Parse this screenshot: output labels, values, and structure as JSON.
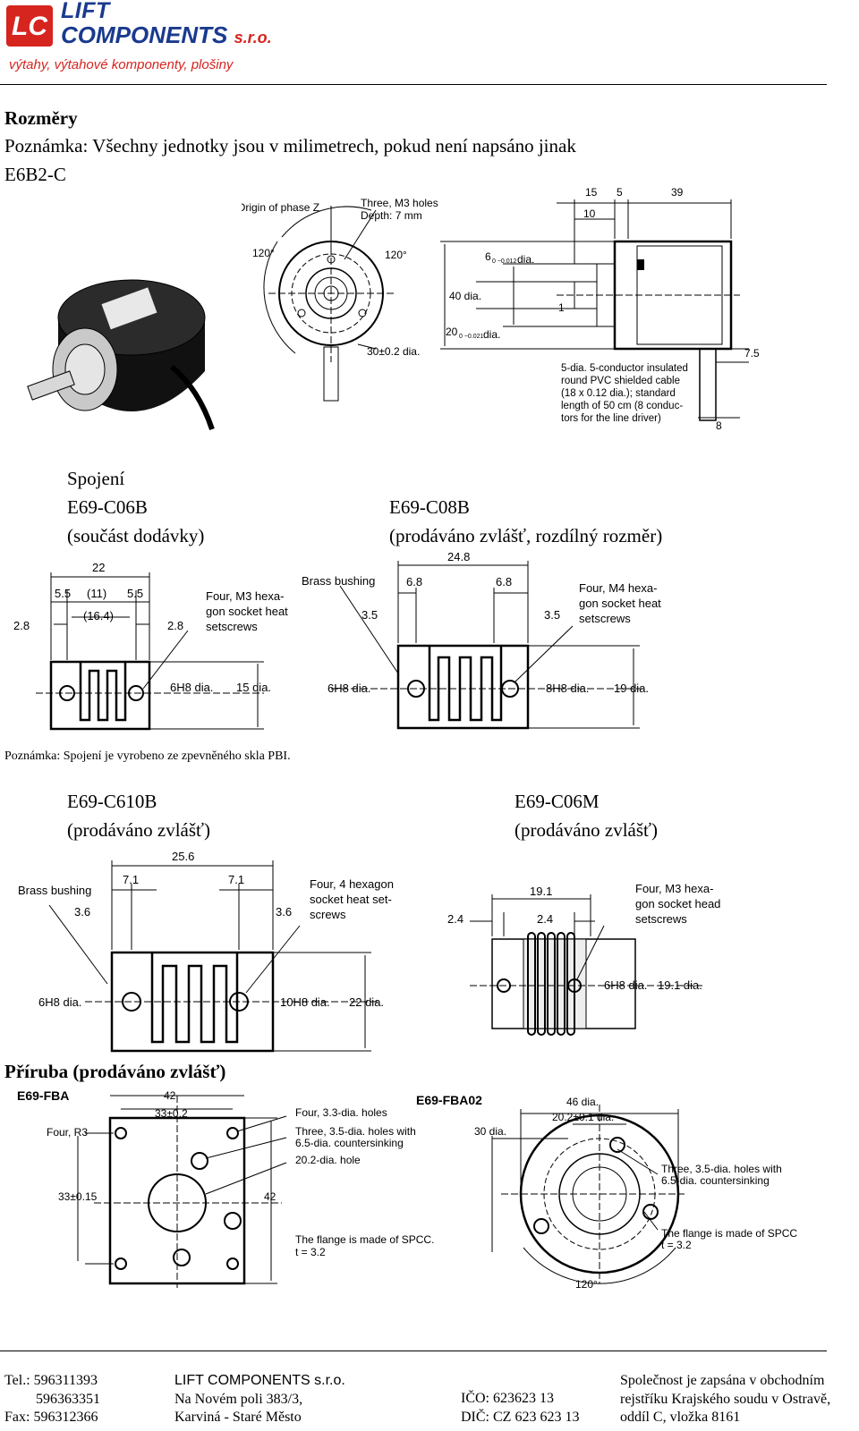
{
  "header": {
    "logo_mark": "LC",
    "brand_line1": "LIFT",
    "brand_line2": "COMPONENTS",
    "brand_suffix": "s.r.o.",
    "tagline": "výtahy, výtahové komponenty, plošiny"
  },
  "section_dimensions": {
    "title": "Rozměry",
    "note": "Poznámka: Všechny jednotky jsou v milimetrech, pokud není napsáno jinak",
    "model": "E6B2-C"
  },
  "encoder_drawing": {
    "origin_label": "Origin of phase Z",
    "holes_label_1": "Three, M3 holes",
    "holes_label_2": "Depth: 7 mm",
    "angle_left": "120°",
    "angle_right": "120°",
    "pcd": "30±0.2 dia.",
    "dim_15": "15",
    "dim_5": "5",
    "dim_39": "39",
    "dim_10": "10",
    "shaft_dia": "6",
    "shaft_tol": "0 −0.012",
    "shaft_dia_suffix": "dia.",
    "body_dia": "40 dia.",
    "boss_dia": "20",
    "boss_tol": "0 −0.021",
    "boss_dia_suffix": "dia.",
    "dim_1": "1",
    "dim_7_5": "7.5",
    "dim_8": "8",
    "cable_note": [
      "5-dia. 5-conductor insulated",
      "round PVC shielded cable",
      "(18 x 0.12 dia.); standard",
      "length of 50 cm (8 conduc-",
      "tors for the line driver)"
    ]
  },
  "couplings": {
    "title": "Spojení",
    "c06b": {
      "model": "E69-C06B",
      "note": "(součást dodávky)",
      "dims": {
        "d22": "22",
        "d55a": "5.5",
        "d11": "(11)",
        "d55b": "5.5",
        "d164": "(16.4)",
        "d28a": "2.8",
        "d28b": "2.8",
        "bore": "6H8 dia.",
        "od": "15 dia."
      },
      "screws": [
        "Four, M3 hexa-",
        "gon socket heat",
        "setscrews"
      ]
    },
    "c08b": {
      "model": "E69-C08B",
      "note": "(prodáváno zvlášť, rozdílný rozměr)",
      "dims": {
        "d248": "24.8",
        "d68a": "6.8",
        "d68b": "6.8",
        "d35a": "3.5",
        "d35b": "3.5",
        "bore_l": "6H8 dia.",
        "bore_r": "8H8 dia.",
        "od": "19 dia."
      },
      "bushing": "Brass bushing",
      "screws": [
        "Four, M4 hexa-",
        "gon socket heat",
        "setscrews"
      ]
    },
    "material_note": "Poznámka: Spojení je vyrobeno ze zpevněného skla PBI.",
    "c610b": {
      "model": "E69-C610B",
      "note": "(prodáváno zvlášť)",
      "dims": {
        "d256": "25.6",
        "d71a": "7.1",
        "d71b": "7.1",
        "d36a": "3.6",
        "d36b": "3.6",
        "bore_l": "6H8 dia.",
        "bore_r": "10H8 dia.",
        "od": "22 dia."
      },
      "bushing": "Brass bushing",
      "screws": [
        "Four, 4 hexagon",
        "socket heat set-",
        "screws"
      ]
    },
    "c06m": {
      "model": "E69-C06M",
      "note": "(prodáváno zvlášť)",
      "dims": {
        "d191": "19.1",
        "d24a": "2.4",
        "d24b": "2.4",
        "bore": "6H8 dia.",
        "od": "19.1 dia."
      },
      "screws": [
        "Four, M3 hexa-",
        "gon socket head",
        "setscrews"
      ]
    }
  },
  "flanges": {
    "title": "Příruba (prodáváno zvlášť)",
    "fba": {
      "model": "E69-FBA",
      "d42top": "42",
      "d33": "33±0.2",
      "r3": "Four, R3",
      "d33side": "33±0.15",
      "d42side": "42",
      "holes1": "Four, 3.3-dia. holes",
      "holes2": [
        "Three, 3.5-dia. holes with",
        "6.5-dia. countersinking"
      ],
      "hole20": "20.2-dia. hole",
      "material": [
        "The flange is made of SPCC.",
        "t = 3.2"
      ]
    },
    "fba02": {
      "model": "E69-FBA02",
      "d46": "46 dia.",
      "d202": "20.2±0.1 dia.",
      "d30": "30 dia.",
      "holes": [
        "Three, 3.5-dia. holes with",
        "6.5-dia. countersinking"
      ],
      "material": [
        "The flange is made of SPCC",
        "t = 3.2"
      ],
      "angle": "120°"
    }
  },
  "footer": {
    "tel_label": "Tel.: 596311393",
    "tel2": "596363351",
    "fax": "Fax: 596312366",
    "company": "LIFT COMPONENTS s.r.o.",
    "street": "Na Novém poli 383/3,",
    "city": "Karviná - Staré Město",
    "ico": "IČO: 623623 13",
    "dic": "DIČ: CZ 623 623 13",
    "reg1": "Společnost je zapsána v obchodním",
    "reg2": "rejstříku Krajského soudu v Ostravě,",
    "reg3": "oddíl C, vložka 8161"
  }
}
